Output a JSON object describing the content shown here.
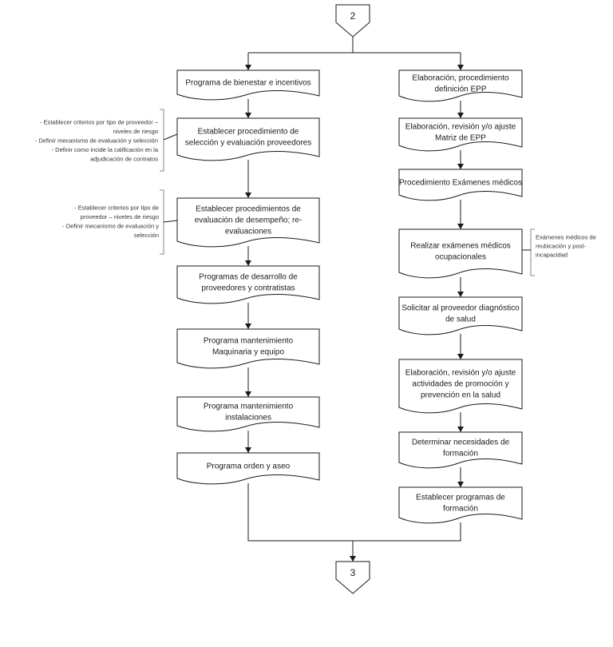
{
  "connectors": {
    "top": "2",
    "bottom": "3"
  },
  "left_column": [
    [
      "Programa de bienestar e incentivos"
    ],
    [
      "Establecer procedimiento de",
      "selección y evaluación proveedores"
    ],
    [
      "Establecer procedimientos de",
      "evaluación de desempeño; re-",
      "evaluaciones"
    ],
    [
      "Programas de desarrollo de",
      "proveedores y contratistas"
    ],
    [
      "Programa mantenimiento",
      "Maquinaria y equipo"
    ],
    [
      "Programa mantenimiento",
      "instalaciones"
    ],
    [
      "Programa orden y aseo"
    ]
  ],
  "right_column": [
    [
      "Elaboración, procedimiento",
      "definición EPP"
    ],
    [
      "Elaboración, revisión y/o ajuste",
      "Matriz de EPP"
    ],
    [
      "Procedimiento Exámenes médicos"
    ],
    [
      "Realizar exámenes médicos",
      "ocupacionales"
    ],
    [
      "Solicitar al proveedor diagnóstico",
      "de salud"
    ],
    [
      "Elaboración, revisión y/o ajuste",
      "actividades de promoción y",
      "prevención en la salud"
    ],
    [
      "Determinar necesidades de",
      "formación"
    ],
    [
      "Establecer programas de",
      "formación"
    ]
  ],
  "annotations": {
    "note_provider_selection": [
      "- Establecer criterios por tipo de proveedor –",
      "niveles de riesgo",
      "- Definir mecanismo de evaluación y selección",
      "- Definir como incide la calificación en la",
      "adjudicación de contratos"
    ],
    "note_performance_evaluation": [
      "- Establecer criterios por tipo de",
      "proveedor – niveles de riesgo",
      "- Definir mecanismo de evaluación y",
      "selección"
    ],
    "note_medical_exams": [
      "Exámenes médicos de",
      "reubicación y post-",
      "incapacidad"
    ]
  }
}
